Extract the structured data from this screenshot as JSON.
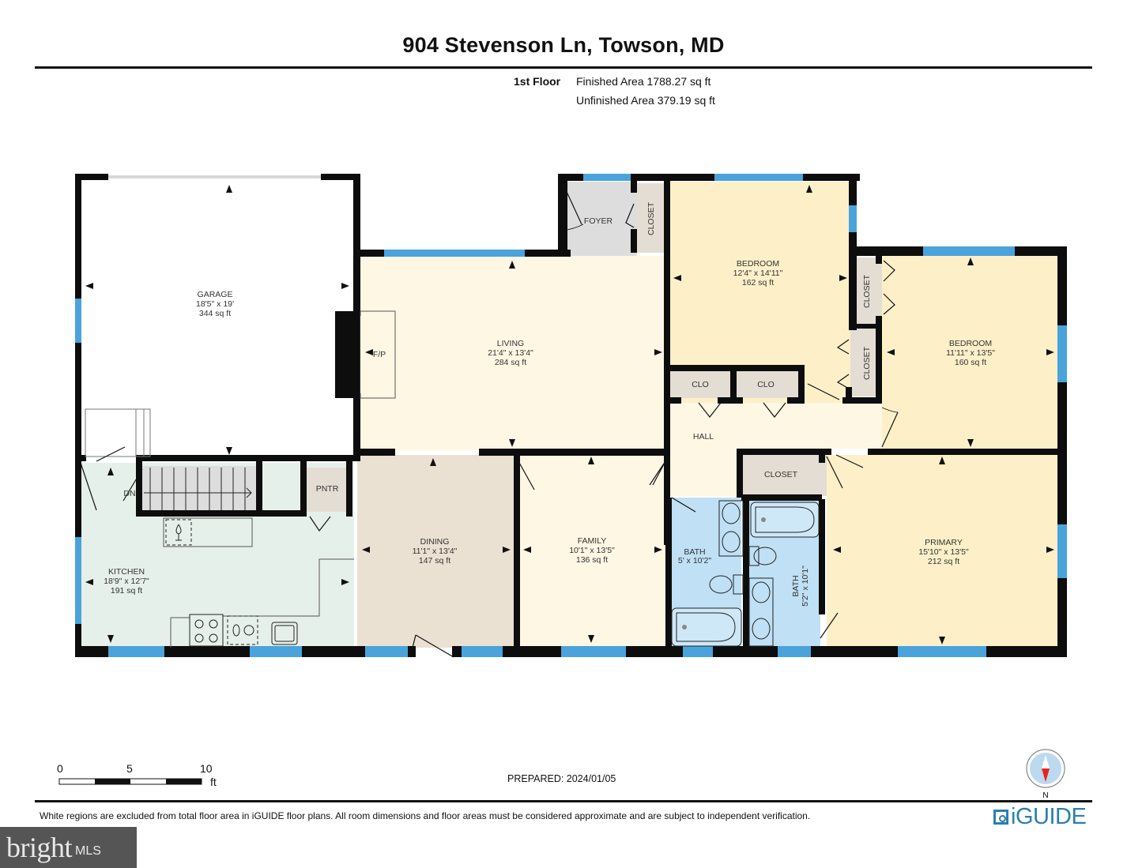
{
  "header": {
    "title": "904 Stevenson Ln, Towson, MD",
    "floor": "1st Floor",
    "finished_area": "Finished Area 1788.27 sq ft",
    "unfinished_area": "Unfinished Area 379.19 sq ft"
  },
  "rooms": {
    "garage": {
      "name": "GARAGE",
      "dims": "18'5\" x 19'",
      "area": "344 sq ft"
    },
    "living": {
      "name": "LIVING",
      "dims": "21'4\" x 13'4\"",
      "area": "284 sq ft"
    },
    "foyer": {
      "name": "FOYER"
    },
    "foyer_closet": {
      "name": "CLOSET"
    },
    "bedroom1": {
      "name": "BEDROOM",
      "dims": "12'4\" x 14'11\"",
      "area": "162 sq ft"
    },
    "bedroom2": {
      "name": "BEDROOM",
      "dims": "11'11\" x 13'5\"",
      "area": "160 sq ft"
    },
    "closet_b2_upper": {
      "name": "CLOSET"
    },
    "closet_b2_lower": {
      "name": "CLOSET"
    },
    "clo1": {
      "name": "CLO"
    },
    "clo2": {
      "name": "CLO"
    },
    "hall": {
      "name": "HALL"
    },
    "hall_closet": {
      "name": "CLOSET"
    },
    "fireplace": {
      "name": "F/P"
    },
    "kitchen": {
      "name": "KITCHEN",
      "dims": "18'9\" x 12'7\"",
      "area": "191 sq ft"
    },
    "pantry": {
      "name": "PNTR"
    },
    "stairs": {
      "name": "DN"
    },
    "dining": {
      "name": "DINING",
      "dims": "11'1\" x 13'4\"",
      "area": "147 sq ft"
    },
    "family": {
      "name": "FAMILY",
      "dims": "10'1\" x 13'5\"",
      "area": "136 sq ft"
    },
    "bath1": {
      "name": "BATH",
      "dims": "5' x 10'2\""
    },
    "bath2": {
      "name": "BATH",
      "dims": "5'2\" x 10'1\""
    },
    "primary": {
      "name": "PRIMARY",
      "dims": "15'10\" x 13'5\"",
      "area": "212 sq ft"
    }
  },
  "colors": {
    "wall": "#0d0d0d",
    "window": "#4aa3db",
    "bedroom_fill": "#fdf0c8",
    "living_fill": "#fdf7e4",
    "closet_fill": "#e4ddd3",
    "foyer_fill": "#dddddd",
    "kitchen_fill": "#e6f0ea",
    "dining_fill": "#ebe1d3",
    "bath_fill": "#bfe0f5",
    "brand_blue": "#2a7fb0"
  },
  "scale_bar": {
    "ticks": [
      "0",
      "5",
      "10"
    ],
    "unit": "ft"
  },
  "footer": {
    "prepared": "PREPARED: 2024/01/05",
    "disclaimer": "White regions are excluded from total floor area in iGUIDE floor plans. All room dimensions and floor areas must be considered approximate and are subject to independent verification.",
    "brand": "iGUIDE",
    "compass_label": "N",
    "watermark_word": "bright",
    "watermark_suffix": "MLS"
  }
}
